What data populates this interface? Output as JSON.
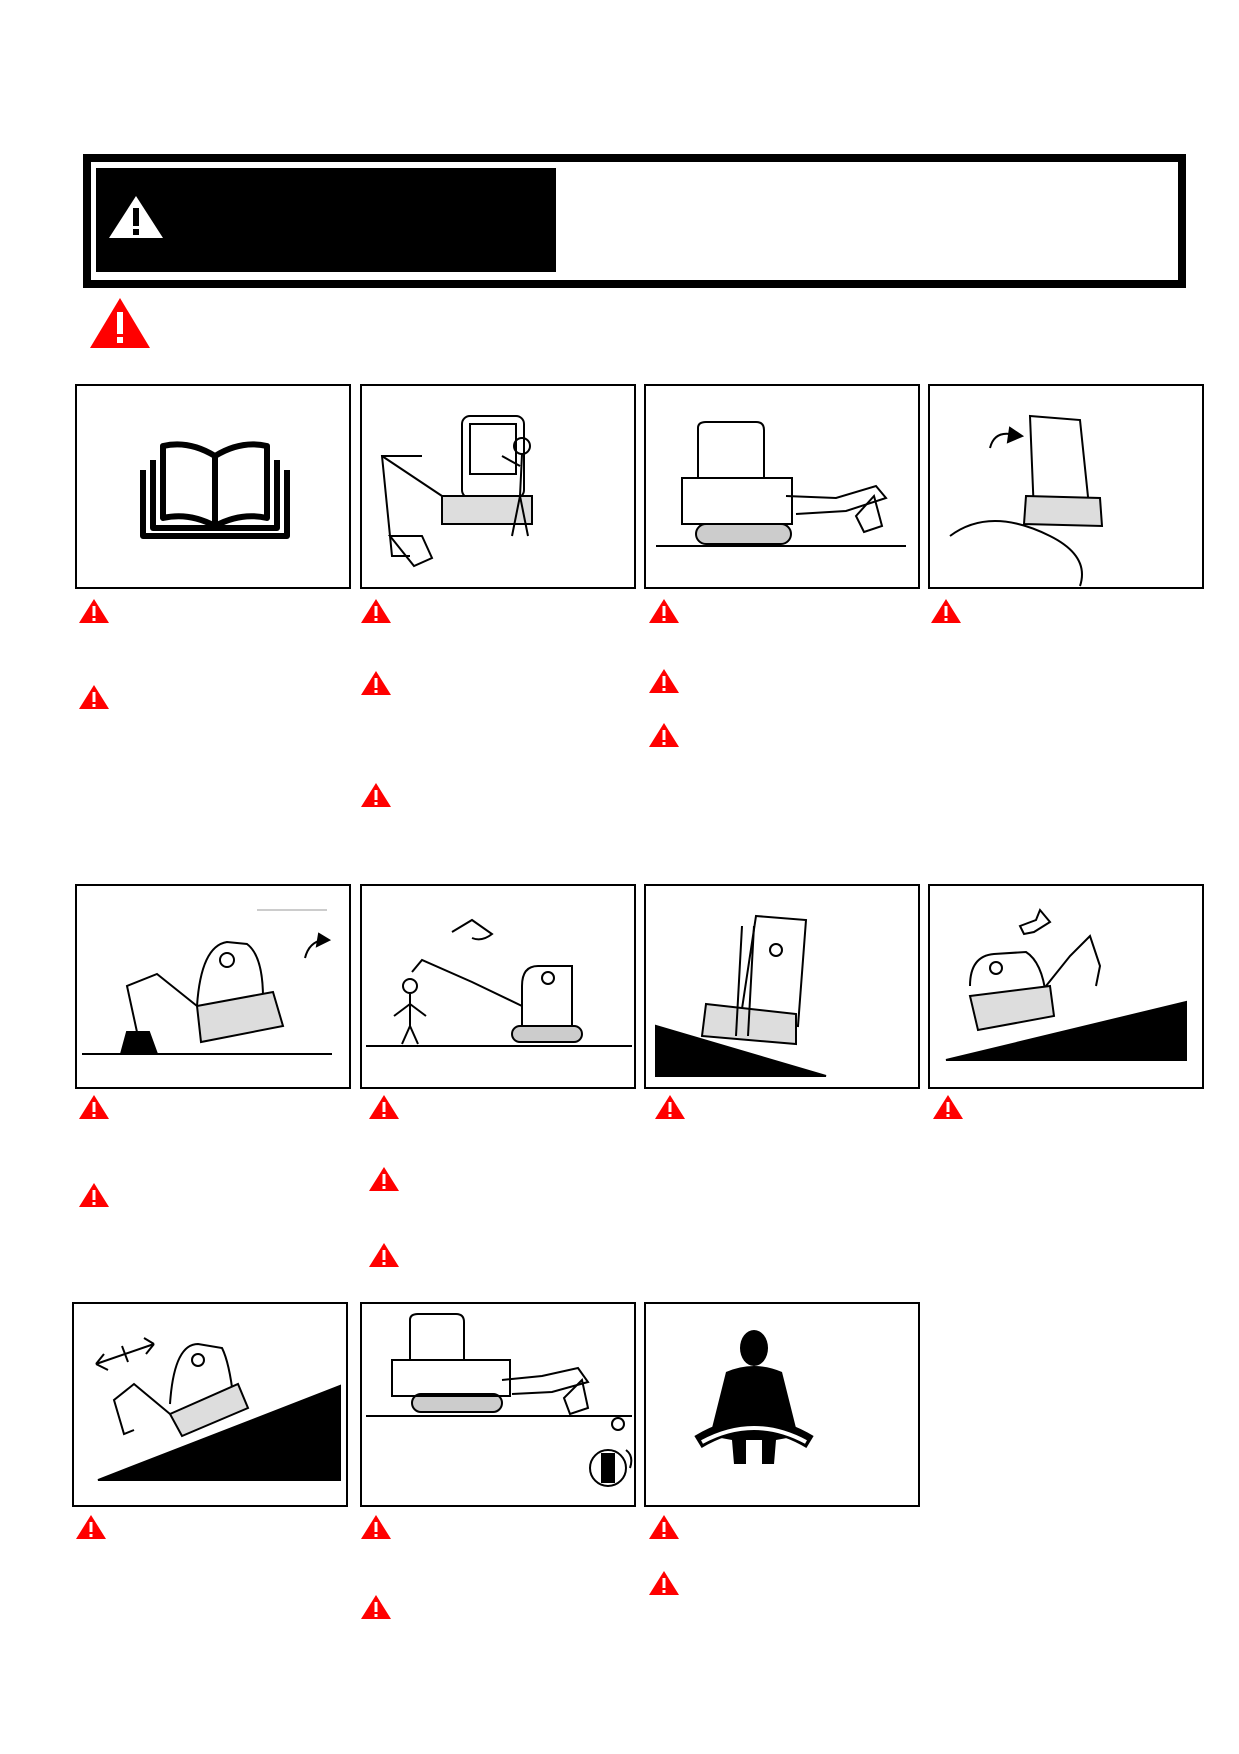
{
  "colors": {
    "warning_red": "#ff0000",
    "ink": "#000000",
    "paper": "#ffffff"
  },
  "icons": {
    "header": "warning-triangle-icon",
    "section": "warning-triangle-icon",
    "item": "warning-triangle-icon"
  },
  "panels": [
    {
      "name": "panel-read-manual",
      "picture": "open-book-icon"
    },
    {
      "name": "panel-mount-cab",
      "picture": "excavator-operator-climbing"
    },
    {
      "name": "panel-excavator-side-view",
      "picture": "excavator-side-view"
    },
    {
      "name": "panel-tipping-over-edge",
      "picture": "excavator-tipping-forward"
    },
    {
      "name": "panel-tipping-lift",
      "picture": "excavator-lifting-load-tipping"
    },
    {
      "name": "panel-person-near-boom",
      "picture": "excavator-boom-over-person"
    },
    {
      "name": "panel-slope-downhill",
      "picture": "excavator-on-slope-front"
    },
    {
      "name": "panel-slope-uphill",
      "picture": "excavator-on-slope-uphill"
    },
    {
      "name": "panel-slope-sideways",
      "picture": "excavator-slope-boom-downhill"
    },
    {
      "name": "panel-key-shutdown",
      "picture": "excavator-key-switch"
    },
    {
      "name": "panel-seat-belt",
      "picture": "seat-belt-operator"
    }
  ]
}
